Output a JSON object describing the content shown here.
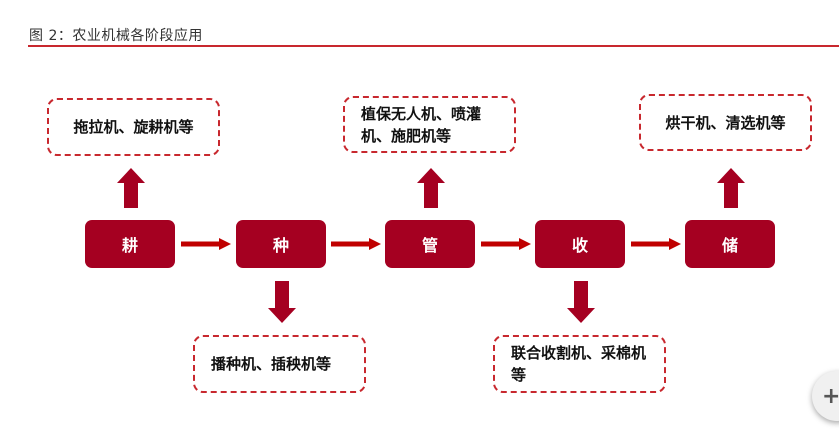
{
  "caption": "图 2：农业机械各阶段应用",
  "colors": {
    "stage_fill": "#a50021",
    "arrow": "#c00000",
    "dash_border": "#c8282e",
    "caption_rule": "#c8282e"
  },
  "stages": [
    {
      "label": "耕",
      "callout": "拖拉机、旋耕机等",
      "callout_position": "top"
    },
    {
      "label": "种",
      "callout": "播种机、插秧机等",
      "callout_position": "bottom"
    },
    {
      "label": "管",
      "callout": "植保无人机、喷灌机、施肥机等",
      "callout_position": "top"
    },
    {
      "label": "收",
      "callout": "联合收割机、采棉机等",
      "callout_position": "bottom"
    },
    {
      "label": "储",
      "callout": "烘干机、清选机等",
      "callout_position": "top"
    }
  ],
  "overlay_button": {
    "icon": "plus-icon",
    "glyph": "+"
  }
}
